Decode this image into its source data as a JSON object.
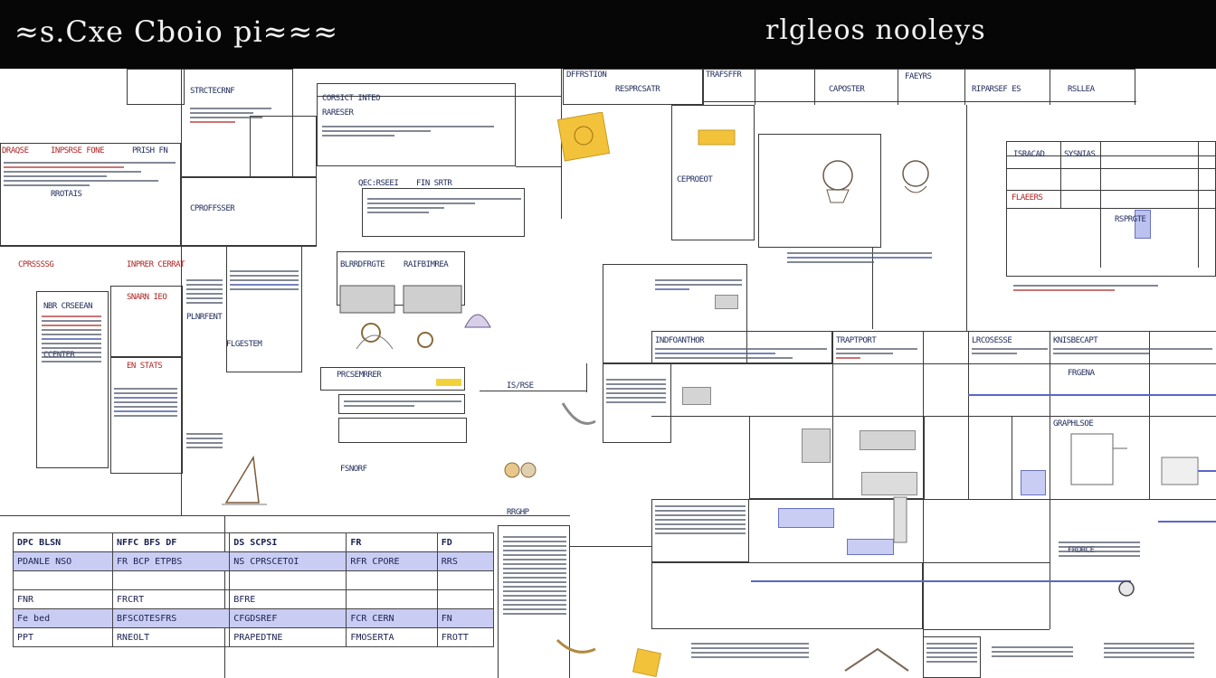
{
  "header": {
    "left_title": "≈s.Cxe Cboio pi≈≈≈",
    "right_title": "rlgleos nooleys"
  },
  "colors": {
    "header_bg": "#060606",
    "line": "#3a3a3a",
    "text_blue": "#1e2a5a",
    "text_red": "#b02222",
    "highlight": "#c9cdf4",
    "sticky_yellow": "#f2c33a"
  },
  "labels": {
    "l1": "DRAQSE",
    "l2": "INPSRSE FONE",
    "l3": "PRISH FN",
    "l4": "RROTAIS",
    "l5": "CPRSSSSG",
    "l6": "INPRER CERRAT",
    "l7": "NBR CRSEEAN",
    "l8": "SNARN IEO",
    "l9": "CCENTER",
    "l10": "EN STATS",
    "l11": "PLNRFENT",
    "l12": "FLGESTEM",
    "l13": "CORSICT INTEO",
    "l14": "RARESER",
    "l15": "STRCTECRNF",
    "l16": "QEC:RSEEI",
    "l17": "FIN SRTR",
    "l18": "CPROFFSSER",
    "l19": "BLRRDFRGTE",
    "l20": "RAIFBIMREA",
    "l21": "PRCSEMRRER",
    "l22": "FSNORF",
    "l23": "RRGHP",
    "l24": "IS/RSE",
    "l25": "DFFRSTION",
    "l26": "RESPRCSATR",
    "l27": "TRAFSFFR",
    "l28": "CAPOSTER",
    "l29": "FAEYRS",
    "l30": "RIPARSEF ES",
    "l31": "RSLLEA",
    "l32": "CEPROEOT",
    "l33": "INDFOANTHOR",
    "l34": "TRAPTPORT",
    "l35": "LRCOSESSE",
    "l36": "KNISBECAPT",
    "l37": "FRGENA",
    "l38": "GRAPHLSOE",
    "l39": "FRDRCE",
    "l40": "ISRACAD",
    "l41": "SYSNIAS",
    "l42": "FLAEERS",
    "l43": "RSPRGTE"
  },
  "table": {
    "headers": [
      "DPC BLSN",
      "NFFC BFS DF",
      "DS SCPSI",
      "FR",
      "FD"
    ],
    "rows": [
      [
        "PDANLE NSO",
        "FR BCP ETPBS",
        "NS CPRSCETOI",
        "RFR CPORE",
        "RRS"
      ],
      [
        "",
        "",
        "",
        "",
        ""
      ],
      [
        "FNR",
        "FRCRT",
        "BFRE",
        "",
        ""
      ],
      [
        "Fe  bed",
        "BFSCOTESFRS",
        "CFGDSREF",
        "FCR CERN",
        "FN"
      ],
      [
        "PPT",
        "RNEOLT",
        "PRAPEDTNE",
        "FMOSERTA",
        "FROTT"
      ]
    ]
  }
}
